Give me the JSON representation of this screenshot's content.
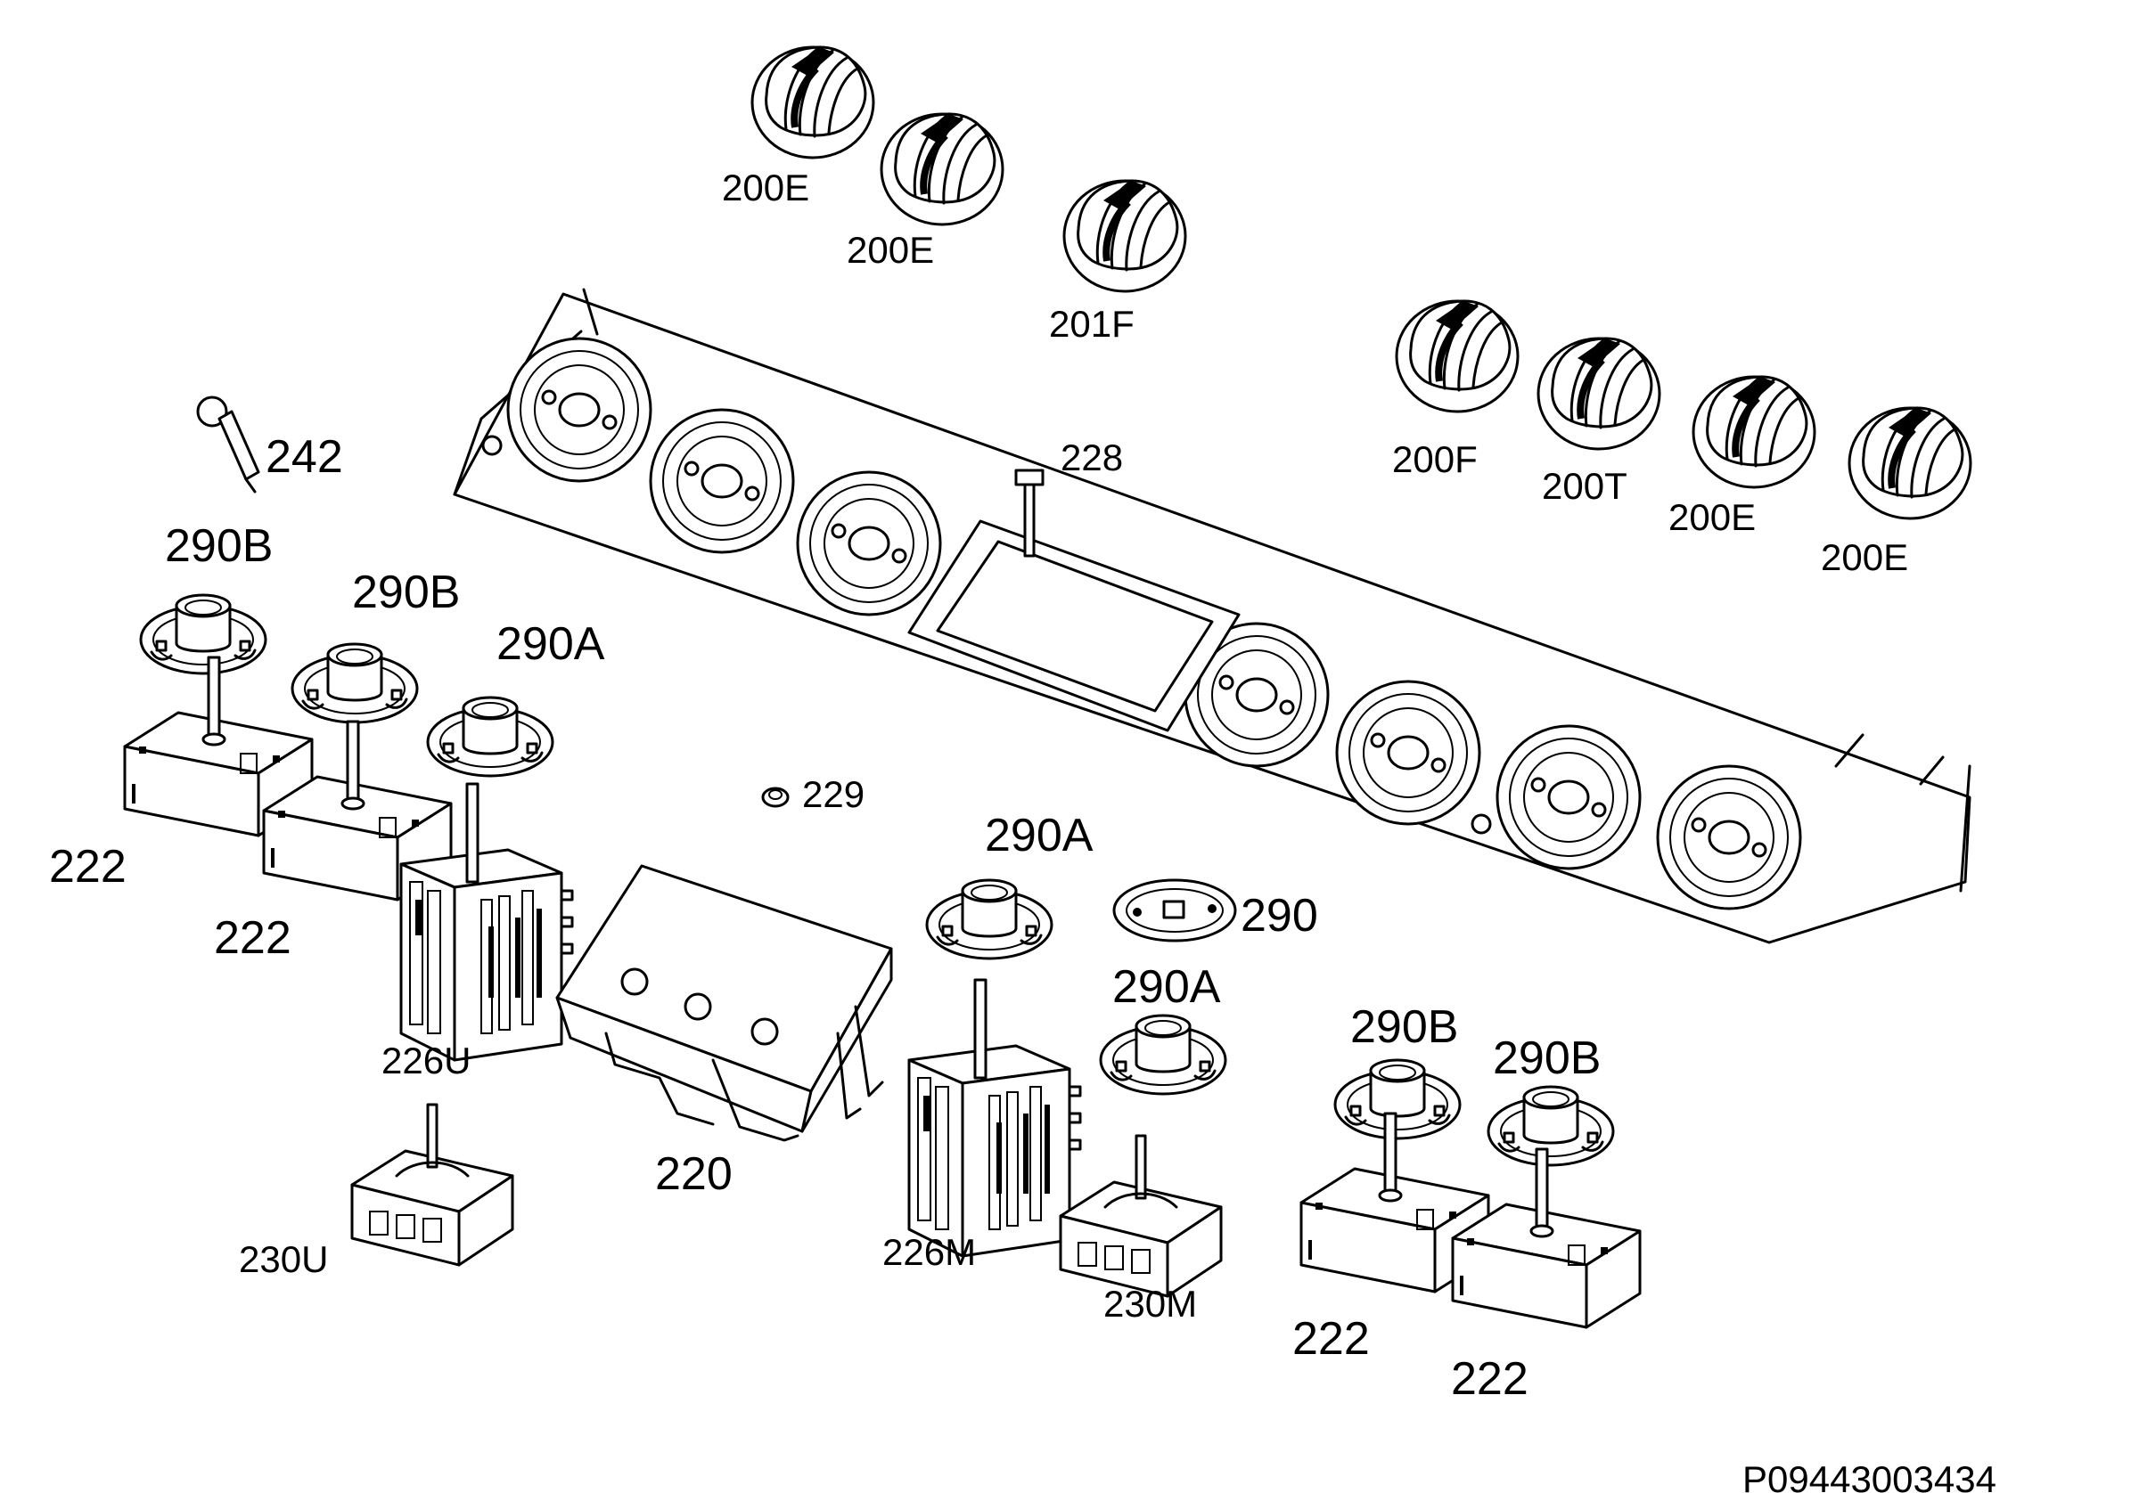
{
  "diagram": {
    "type": "exploded-parts-view",
    "drawing_number": "P09443003434",
    "parts": [
      {
        "id": "k1",
        "label": "200E",
        "kind": "knob"
      },
      {
        "id": "k2",
        "label": "200E",
        "kind": "knob"
      },
      {
        "id": "k3",
        "label": "201F",
        "kind": "knob"
      },
      {
        "id": "k4",
        "label": "200F",
        "kind": "knob"
      },
      {
        "id": "k5",
        "label": "200T",
        "kind": "knob"
      },
      {
        "id": "k6",
        "label": "200E",
        "kind": "knob"
      },
      {
        "id": "k7",
        "label": "200E",
        "kind": "knob"
      },
      {
        "id": "p228",
        "label": "228",
        "kind": "screw"
      },
      {
        "id": "p242",
        "label": "242",
        "kind": "lamp"
      },
      {
        "id": "p229",
        "label": "229",
        "kind": "nut"
      },
      {
        "id": "b1",
        "label": "290B",
        "kind": "knob-bezel"
      },
      {
        "id": "b2",
        "label": "290B",
        "kind": "knob-bezel"
      },
      {
        "id": "b3",
        "label": "290A",
        "kind": "knob-bezel"
      },
      {
        "id": "b4",
        "label": "290A",
        "kind": "knob-bezel"
      },
      {
        "id": "b5",
        "label": "290",
        "kind": "knob-bezel"
      },
      {
        "id": "b6",
        "label": "290A",
        "kind": "knob-bezel"
      },
      {
        "id": "b7",
        "label": "290B",
        "kind": "knob-bezel"
      },
      {
        "id": "b8",
        "label": "290B",
        "kind": "knob-bezel"
      },
      {
        "id": "r1",
        "label": "222",
        "kind": "energy-regulator"
      },
      {
        "id": "r2",
        "label": "222",
        "kind": "energy-regulator"
      },
      {
        "id": "r3",
        "label": "222",
        "kind": "energy-regulator"
      },
      {
        "id": "r4",
        "label": "222",
        "kind": "energy-regulator"
      },
      {
        "id": "s1",
        "label": "226U",
        "kind": "selector-switch"
      },
      {
        "id": "s2",
        "label": "226M",
        "kind": "selector-switch"
      },
      {
        "id": "t1",
        "label": "230U",
        "kind": "thermostat"
      },
      {
        "id": "t2",
        "label": "230M",
        "kind": "thermostat"
      },
      {
        "id": "p220",
        "label": "220",
        "kind": "timer-module"
      }
    ]
  }
}
